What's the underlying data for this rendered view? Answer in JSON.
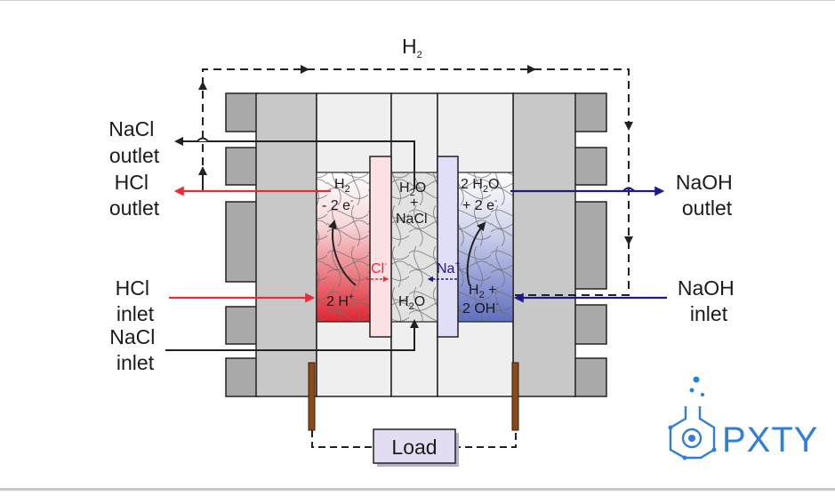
{
  "labels": {
    "h2_top": "H",
    "h2_top_sub": "2",
    "nacl_outlet_1": "NaCl",
    "nacl_outlet_2": "outlet",
    "hcl_outlet_1": "HCl",
    "hcl_outlet_2": "outlet",
    "hcl_inlet_1": "HCl",
    "hcl_inlet_2": "inlet",
    "nacl_inlet_1": "NaCl",
    "nacl_inlet_2": "inlet",
    "naoh_outlet_1": "NaOH",
    "naoh_outlet_2": "outlet",
    "naoh_inlet_1": "NaOH",
    "naoh_inlet_2": "inlet",
    "load": "Load"
  },
  "cell": {
    "anode_h2": "H",
    "anode_h2_sub": "2",
    "anode_minus": "- 2 e",
    "anode_minus_sup": "-",
    "anode_2h": "2 H",
    "anode_2h_sup": "+",
    "cl_ion": "Cl",
    "cl_ion_sup": "-",
    "mid_h2o_top": "H",
    "mid_h2o_top_sub": "2",
    "mid_h2o_top_o": "O",
    "mid_plus": "+",
    "mid_nacl": "NaCl",
    "mid_h2o_bot": "H",
    "mid_h2o_bot_sub": "2",
    "mid_h2o_bot_o": "O",
    "na_ion": "Na",
    "na_ion_sup": "+",
    "cath_2h2o": "2 H",
    "cath_2h2o_sub": "2",
    "cath_2h2o_o": "O",
    "cath_plus2e": "+ 2 e",
    "cath_plus2e_sup": "-",
    "cath_h2": "H",
    "cath_h2_sub": "2",
    "cath_h2_plus": " +",
    "cath_2oh": "2 OH",
    "cath_2oh_sup": "-"
  },
  "logo": {
    "text": "PXTY"
  },
  "colors": {
    "hcl_red": "#ee2a3a",
    "naoh_blue": "#1f1a8c",
    "brand_blue": "#2f7fd6",
    "load_fill": "#e4dcf3"
  }
}
